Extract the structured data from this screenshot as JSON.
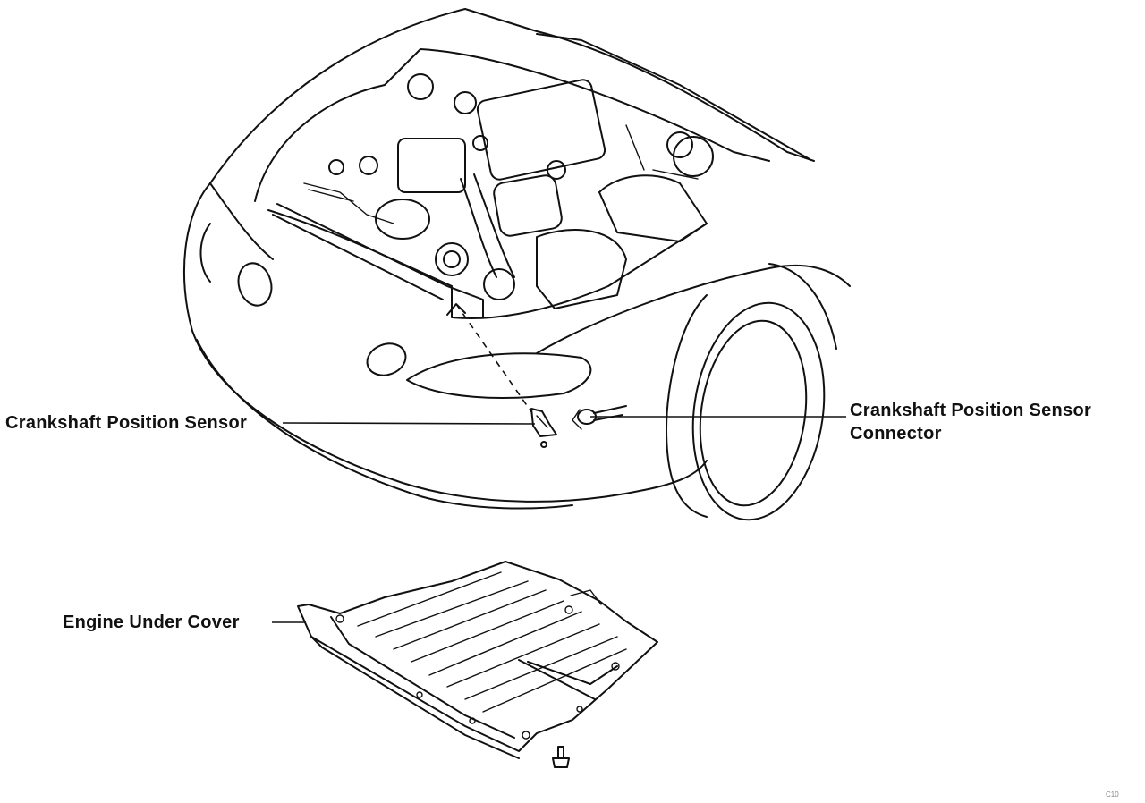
{
  "callouts": {
    "crankshaft_sensor": "Crankshaft Position Sensor",
    "sensor_connector_line1": "Crankshaft Position Sensor",
    "sensor_connector_line2": "Connector",
    "engine_under_cover": "Engine Under Cover"
  },
  "figure_code": "C10"
}
